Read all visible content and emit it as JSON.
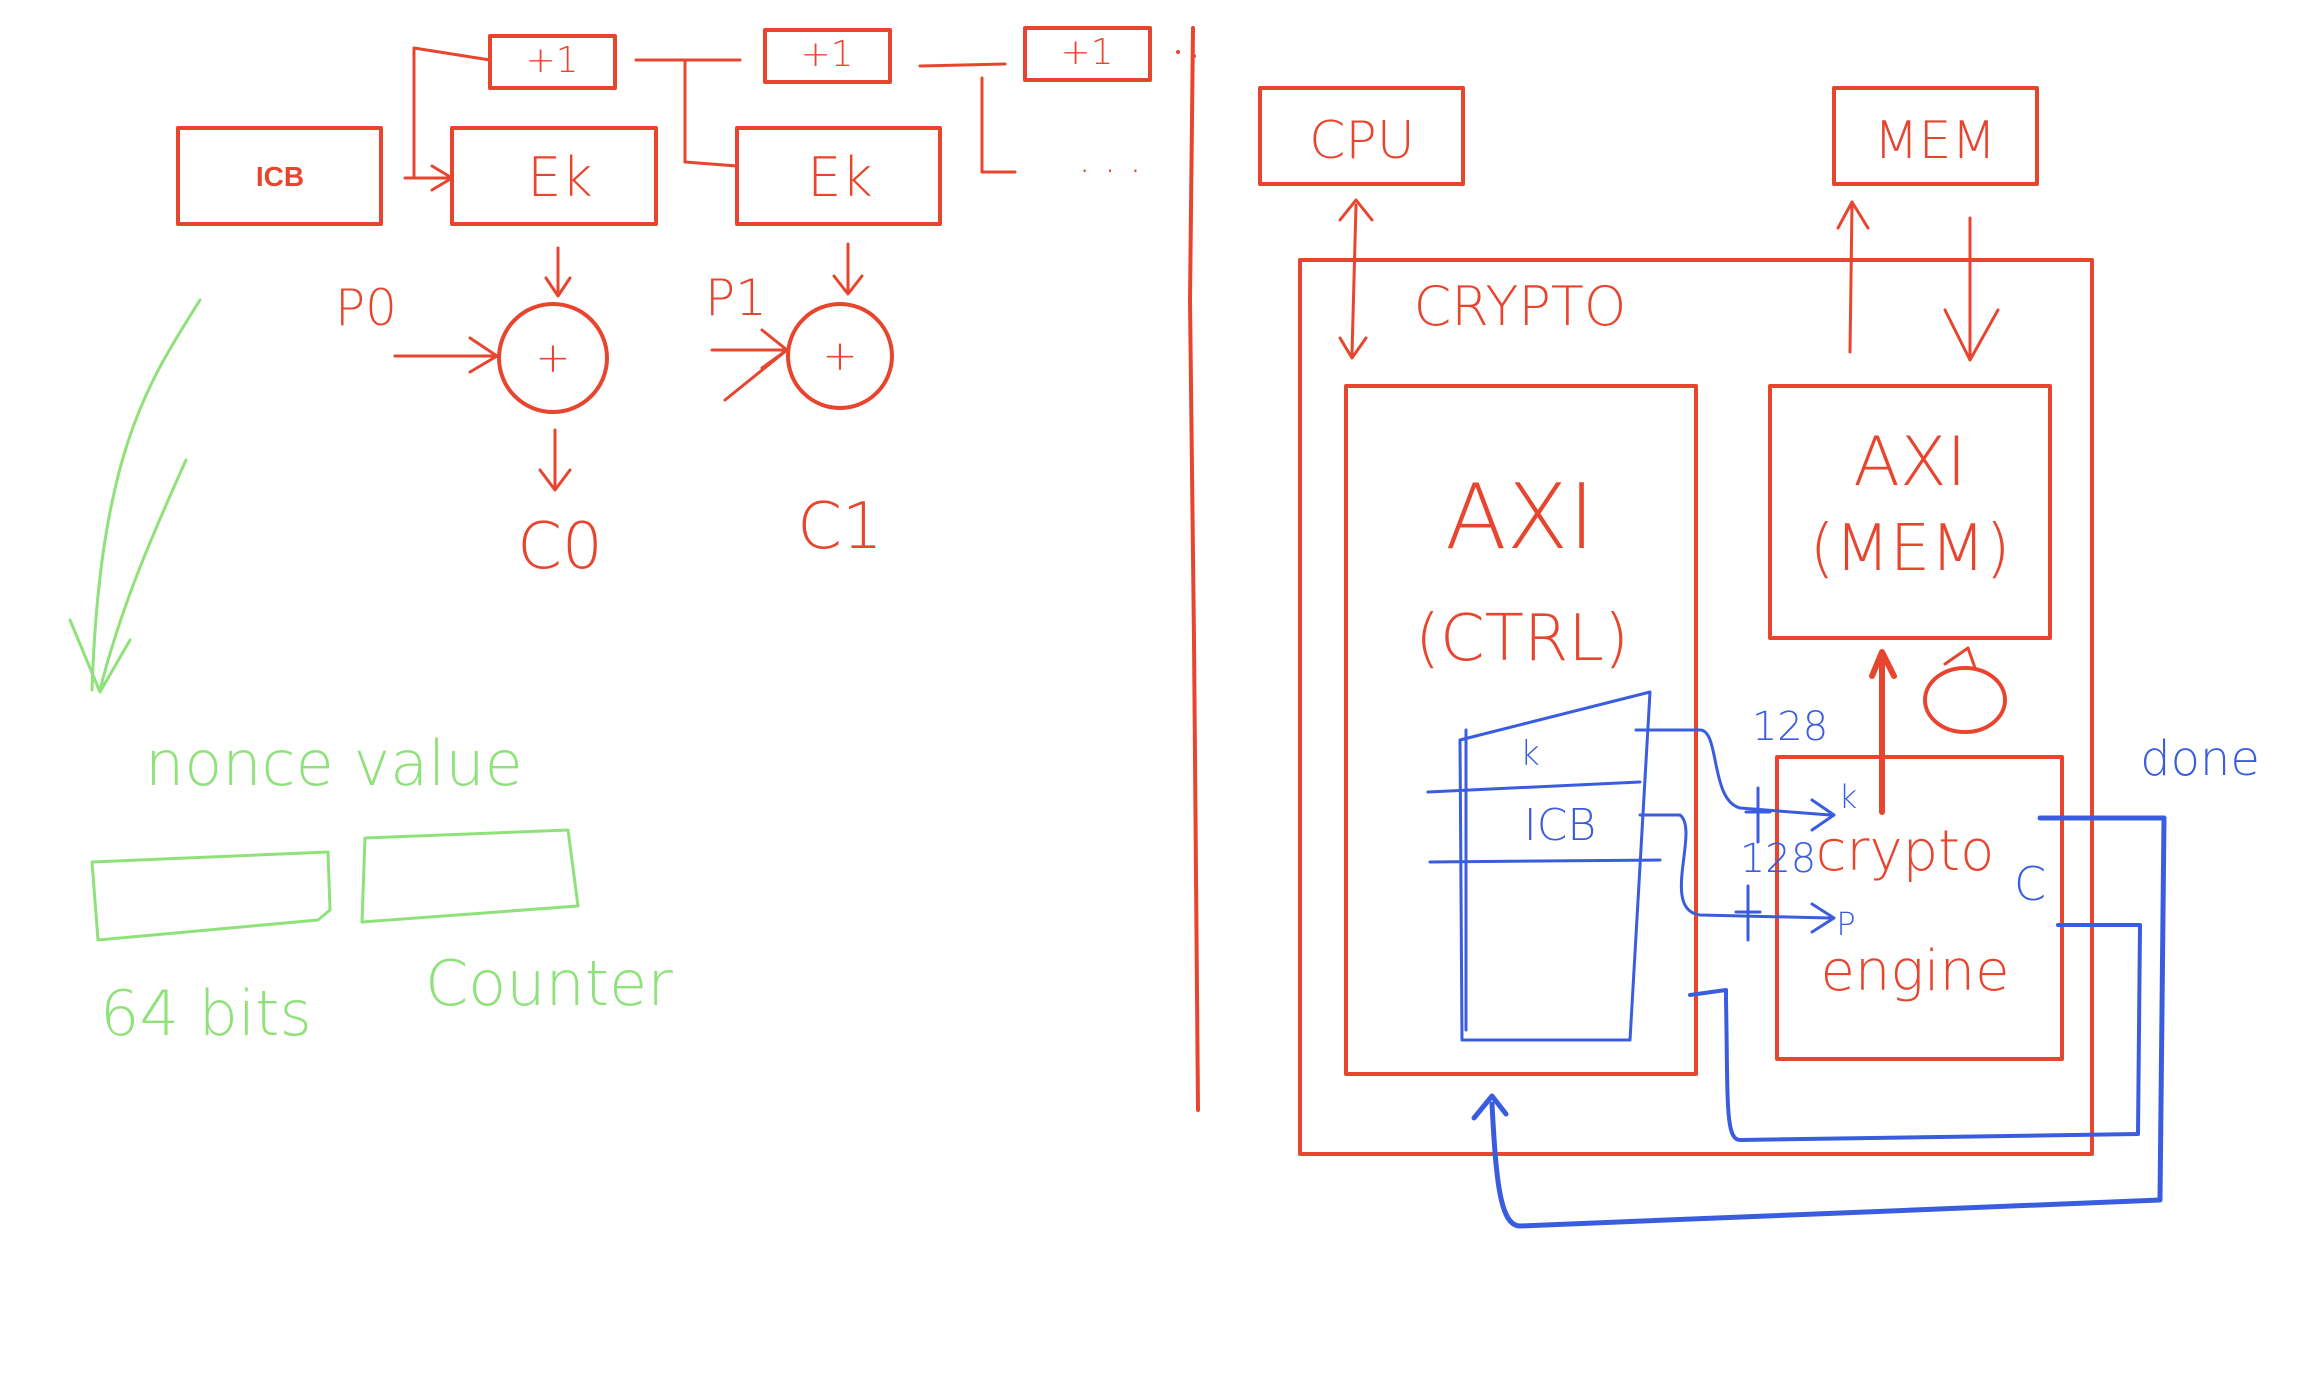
{
  "colors": {
    "red": "#e8452f",
    "green": "#8fe27a",
    "blue": "#3a5de0",
    "background": "#ffffff"
  },
  "ctr_mode": {
    "icb_label": "ICB",
    "increment_label": "+1",
    "block_cipher_label": "Ek",
    "xor_symbol": "+",
    "plaintext_0": "P0",
    "plaintext_1": "P1",
    "ciphertext_0": "C0",
    "ciphertext_1": "C1",
    "continuation": ". . ."
  },
  "nonce_section": {
    "nonce_label": "nonce value",
    "bits_label": "64 bits",
    "counter_label": "Counter"
  },
  "architecture": {
    "cpu_label": "CPU",
    "mem_label": "MEM",
    "crypto_label": "CRYPTO",
    "axi_ctrl_label": "AXI",
    "axi_ctrl_sub": "(CTRL)",
    "axi_mem_label": "AXI",
    "axi_mem_sub": "(MEM)",
    "engine_label_1": "crypto",
    "engine_label_2": "engine",
    "reg_k": "k",
    "reg_icb": "ICB",
    "width_1": "128",
    "width_2": "128",
    "port_k": "k",
    "port_p": "P",
    "port_c": "C",
    "done_label": "done"
  }
}
